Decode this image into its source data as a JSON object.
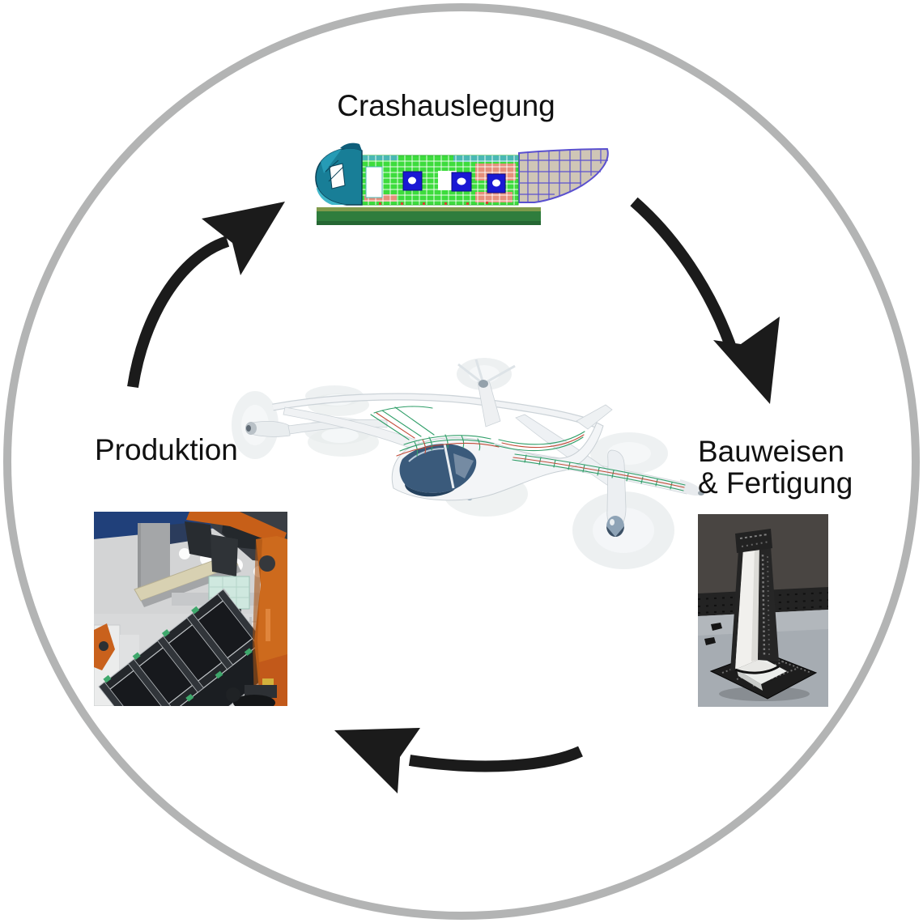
{
  "diagram": {
    "type": "cycle",
    "stages": [
      {
        "id": "crashauslegung",
        "label": "Crashauslegung",
        "illustration": "aircraft-fuselage-crash-simulation-model"
      },
      {
        "id": "bauweisen-fertigung",
        "label": "Bauweisen & Fertigung",
        "label_lines": [
          "Bauweisen",
          "& Fertigung"
        ],
        "illustration": "cfrp-composite-part-photo"
      },
      {
        "id": "produktion",
        "label": "Produktion",
        "illustration": "robot-assembly-cell-photo"
      }
    ],
    "center_illustration": "air-taxi-simulation-render",
    "arrows": [
      {
        "from": "Crashauslegung",
        "to": "Bauweisen & Fertigung",
        "position": "right"
      },
      {
        "from": "Bauweisen & Fertigung",
        "to": "Produktion",
        "position": "bottom"
      },
      {
        "from": "Produktion",
        "to": "Crashauslegung",
        "position": "left"
      }
    ]
  },
  "colors": {
    "background": "#ffffff",
    "ring": "#b3b4b4",
    "arrow": "#1b1b1b",
    "label_text": "#111111",
    "crash_model_green": "#3ddc3d",
    "crash_cockpit_teal": "#187e97",
    "canopy_blue": "#35577a",
    "robot_orange": "#cd6a1d"
  }
}
